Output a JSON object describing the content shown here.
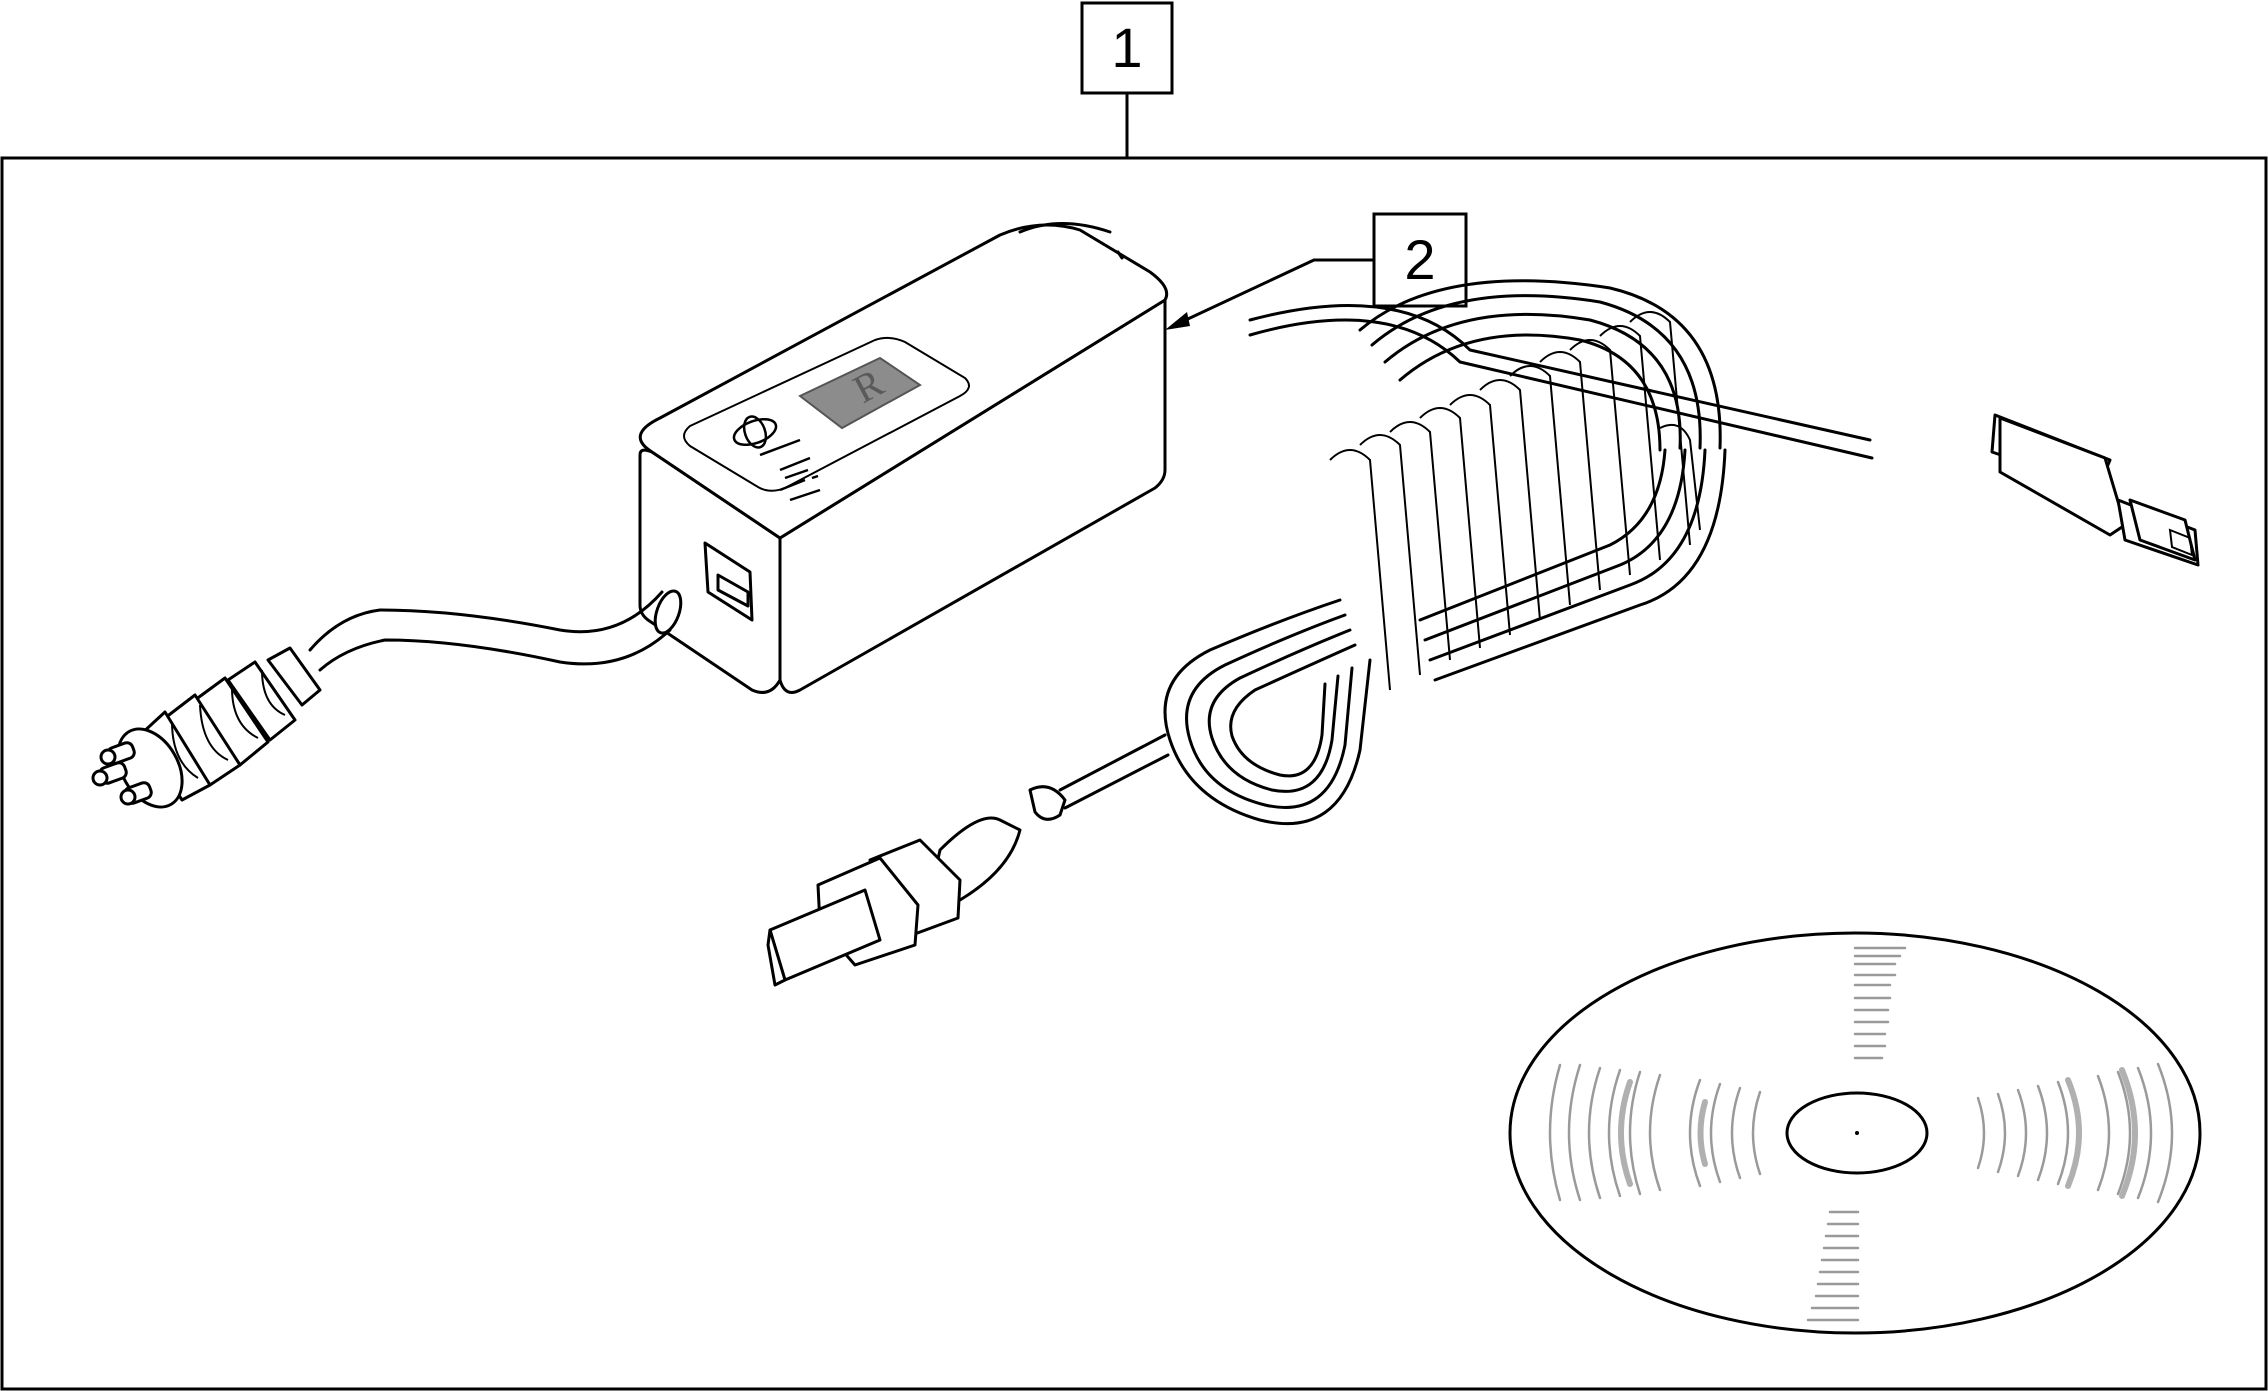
{
  "callouts": [
    {
      "id": "1",
      "label": "1"
    },
    {
      "id": "2",
      "label": "2"
    }
  ],
  "parts": [
    {
      "name": "charger-programmer-unit",
      "icon": "charger-box-icon"
    },
    {
      "name": "coiled-usb-cable",
      "icon": "usb-cable-icon"
    },
    {
      "name": "round-connector-cable",
      "icon": "round-plug-icon"
    },
    {
      "name": "software-cd",
      "icon": "disc-icon"
    }
  ],
  "colors": {
    "line": "#000000",
    "background": "#ffffff",
    "disc_tracks": "#9a9a9a",
    "label_grey": "#8c8c8c"
  }
}
